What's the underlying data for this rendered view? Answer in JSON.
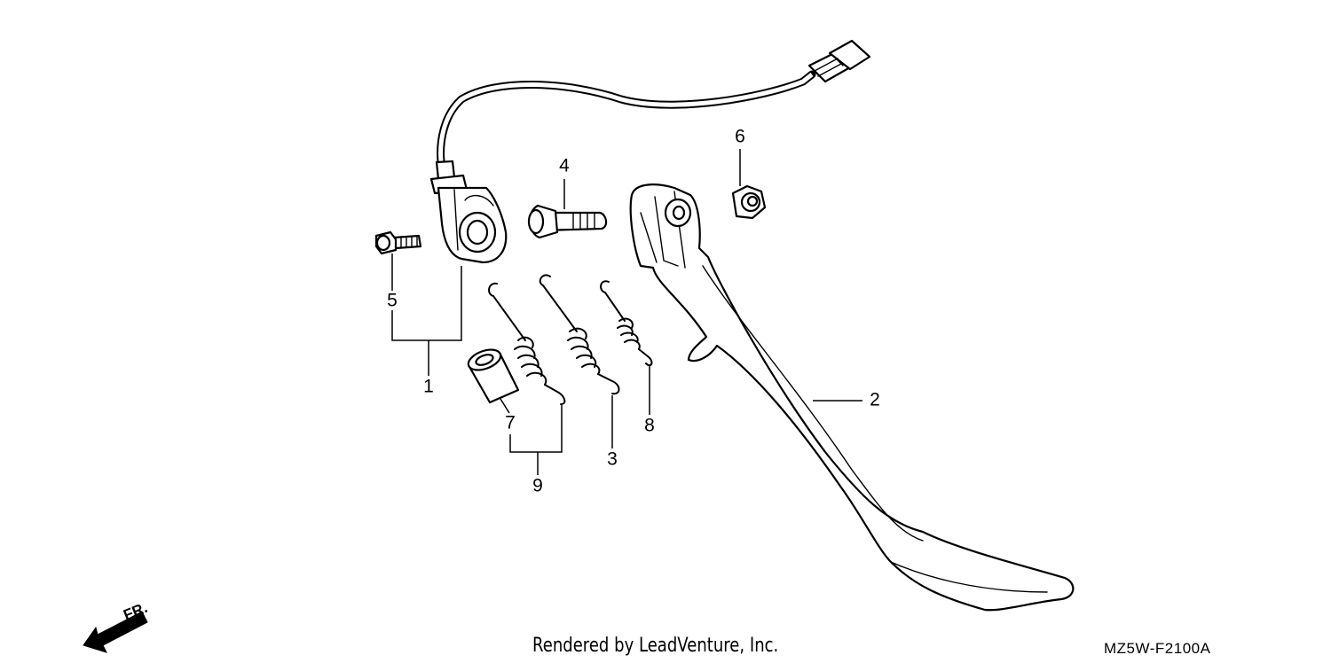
{
  "diagram": {
    "callouts": {
      "c1": "1",
      "c2": "2",
      "c3": "3",
      "c4": "4",
      "c5": "5",
      "c6": "6",
      "c7": "7",
      "c8": "8",
      "c9": "9"
    },
    "direction_label": "FR.",
    "diagram_code": "MZ5W-F2100A"
  },
  "footer": {
    "credit": "Rendered by LeadVenture, Inc."
  }
}
